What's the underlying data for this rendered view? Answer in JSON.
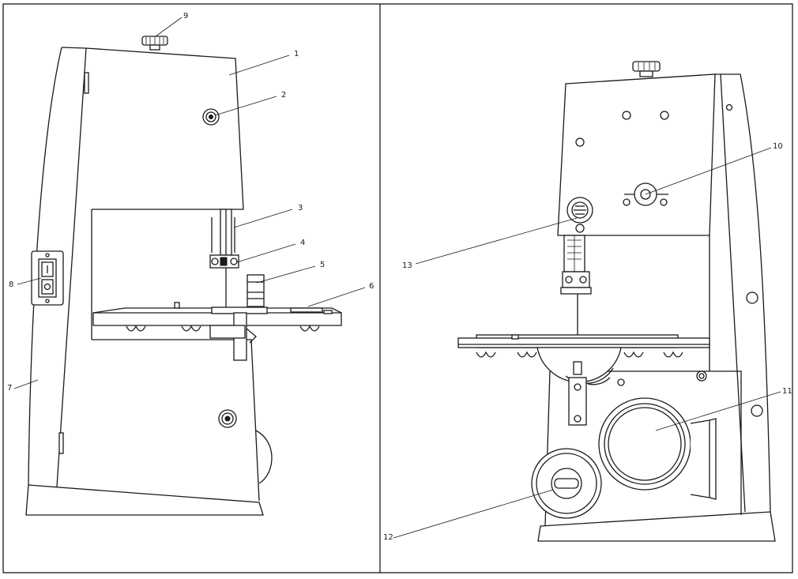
{
  "labels": [
    "1",
    "2",
    "3",
    "4",
    "5",
    "6",
    "7",
    "8",
    "9",
    "10",
    "11",
    "12",
    "13"
  ],
  "colors": {
    "ink": "#1a1a1a",
    "paper": "#ffffff"
  }
}
